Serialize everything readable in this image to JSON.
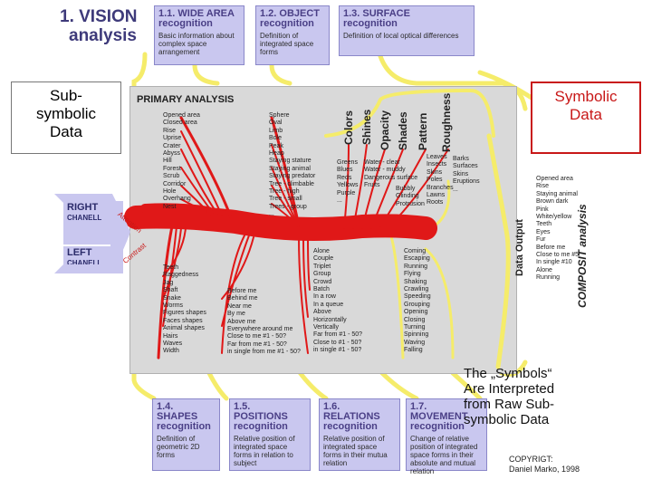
{
  "title": {
    "line1": "1. VISION",
    "line2": "analysis"
  },
  "top_boxes": [
    {
      "title": "1.1. WIDE AREA",
      "sub": "recognition",
      "desc": "Basic information about complex space arrangement"
    },
    {
      "title": "1.2. OBJECT",
      "sub": "recognition",
      "desc": "Definition of integrated space forms"
    },
    {
      "title": "1.3. SURFACE",
      "sub": "recognition",
      "desc": "Definition of local optical differences"
    }
  ],
  "bottom_boxes": [
    {
      "title": "1.4. SHAPES",
      "sub": "recognition",
      "desc": "Definition of geometric 2D forms"
    },
    {
      "title": "1.5. POSITIONS",
      "sub": "recognition",
      "desc": "Relative position of integrated space forms in relation to subject"
    },
    {
      "title": "1.6. RELATIONS",
      "sub": "recognition",
      "desc": "Relative position of integrated space forms in their mutua relation"
    },
    {
      "title": "1.7. MOVEMENT",
      "sub": "recognition",
      "desc": "Change of relative position of integrated space forms in their absolute and mutual relation"
    }
  ],
  "left_note": "Sub-symbolic Data",
  "right_note": "Symbolic Data",
  "primary_title": "PRIMARY ANALYSIS",
  "channels": {
    "right": "RIGHT",
    "right_sub": "CHANELL",
    "left": "LEFT",
    "left_sub": "CHANELL",
    "arrow_top": "Attention",
    "arrow_bottom": "Contrast"
  },
  "headers": [
    "Colors",
    "Shines",
    "Opacity",
    "Shades",
    "Pattern",
    "Roughness"
  ],
  "lists": {
    "c1": [
      "Opened area",
      "Closed area",
      "Rise",
      "Uprise",
      "Crater",
      "Abyss",
      "Hill",
      "Forest",
      "Scrub",
      "Corridor",
      "Hole",
      "Overhang",
      "Nest"
    ],
    "c2": [
      "Sphere",
      "Oval",
      "Limb",
      "Bole",
      "Peak",
      "Heap",
      "Staying stature",
      "Staying animal",
      "Staying predator",
      "Tree - climbable",
      "Tree - high",
      "Tree - small",
      "Trees - group",
      "..."
    ],
    "c3": [
      "Greens",
      "Blues",
      "Reds",
      "Yellows",
      "Purple",
      "..."
    ],
    "c4": [
      "Water - clear",
      "Water - muddy",
      "Dangerous surface",
      "Fruits"
    ],
    "c5": [
      "Bubbly",
      "Glinding",
      "Protrusion"
    ],
    "c6": [
      "Leaves",
      "Insects",
      "Skins",
      "Poles",
      "Branches",
      "Lawns",
      "Roots"
    ],
    "c7": [
      "Barks",
      "Surfaces",
      "Skins",
      "Eruptions",
      "..."
    ],
    "c8": [
      "Teeth",
      "Raggedness",
      "Jag",
      "Shaft",
      "Snake",
      "Worms",
      "Figures shapes",
      "Faces shapes",
      "Animal shapes",
      "Hairs",
      "Waves",
      "Width"
    ],
    "c9": [
      "Before me",
      "Behind me",
      "Near me",
      "By me",
      "Above me",
      "Everywhere around me",
      "Close to me #1 - 50?",
      "Far from me #1 - 50?",
      "in single from me #1 - 50?"
    ],
    "c10": [
      "Alone",
      "Couple",
      "Triplet",
      "Group",
      "Crowd",
      "Batch",
      "In a row",
      "In a queue",
      "Above",
      "Horizontally",
      "Vertically",
      "Far from #1 - 50?",
      "Close to #1 - 50?",
      "in single #1 - 50?"
    ],
    "c11": [
      "Coming",
      "Escaping",
      "Running",
      "Flying",
      "Shaking",
      "Crawling",
      "Speeding",
      "Grouping",
      "Opening",
      "Closing",
      "Turning",
      "Spinning",
      "Waving",
      "Falling"
    ],
    "c12": [
      "Opened area",
      "Rise",
      "Staying animal",
      "Brown dark",
      "Pink",
      "White/yellow",
      "Teeth",
      "Eyes",
      "Fur",
      "Before me",
      "Close to me #5",
      "In single #10",
      "Alone",
      "Running"
    ]
  },
  "data_output": "Data Output",
  "composit": "COMPOSIT analysis",
  "symbols_note": {
    "l1": "The „Symbols“",
    "l2": "Are Interpreted",
    "l3": "from Raw Sub-",
    "l4": "symbolic Data"
  },
  "copyright": {
    "l1": "COPYRIGT:",
    "l2": "Daniel Marko, 1998"
  },
  "colors": {
    "lavender": "#c9c7ef",
    "nerve_red": "#e01818",
    "nerve_yellow": "#f5ec6a",
    "title_text": "#3e3a7a",
    "symbolic_text": "#c81818",
    "primary_bg": "#d9d9d9"
  }
}
